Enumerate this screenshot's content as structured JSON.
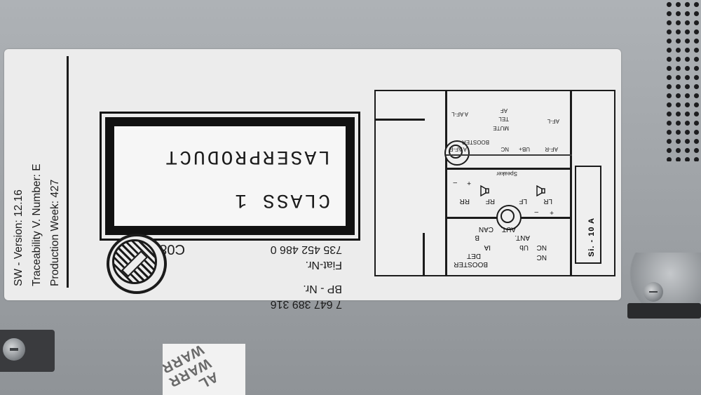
{
  "label": {
    "info": {
      "sw_version": "SW - Version: 12.16",
      "traceability": "Traceability V. Number: E",
      "production_week": "Production Week: 427"
    },
    "laser": {
      "line1": "CLASS  1",
      "line2": "LASERPRODUCT"
    },
    "code": "C0843",
    "fiat_label": "Fiat-Nr.",
    "fiat_number": "735 452 486 0",
    "bp_label": "BP - Nr.",
    "bp_number": "7 647 389 316"
  },
  "diagram": {
    "fuse": "Si. - 10 A",
    "speaker_title": "Speaker",
    "ch_lr": "LR",
    "ch_lf": "LF",
    "ch_rf": "RF",
    "ch_rr": "RR",
    "plus": "+",
    "minus": "–",
    "nc": "NC",
    "ant": "ANT.",
    "aut": "AUT.",
    "ant_ia": "IA",
    "can": "CAN",
    "can_b": "B",
    "ub": "Ub",
    "booster_det": "BOOSTER",
    "det": "DET",
    "top_labels": [
      "A AF-R",
      "A AF-L",
      "BOOSTER",
      "MUTE",
      "TEL",
      "NC",
      "AF",
      "UB+",
      "AF-R",
      "AF-L"
    ]
  },
  "sticker": {
    "text": "AL\nWARR\nWARR"
  }
}
